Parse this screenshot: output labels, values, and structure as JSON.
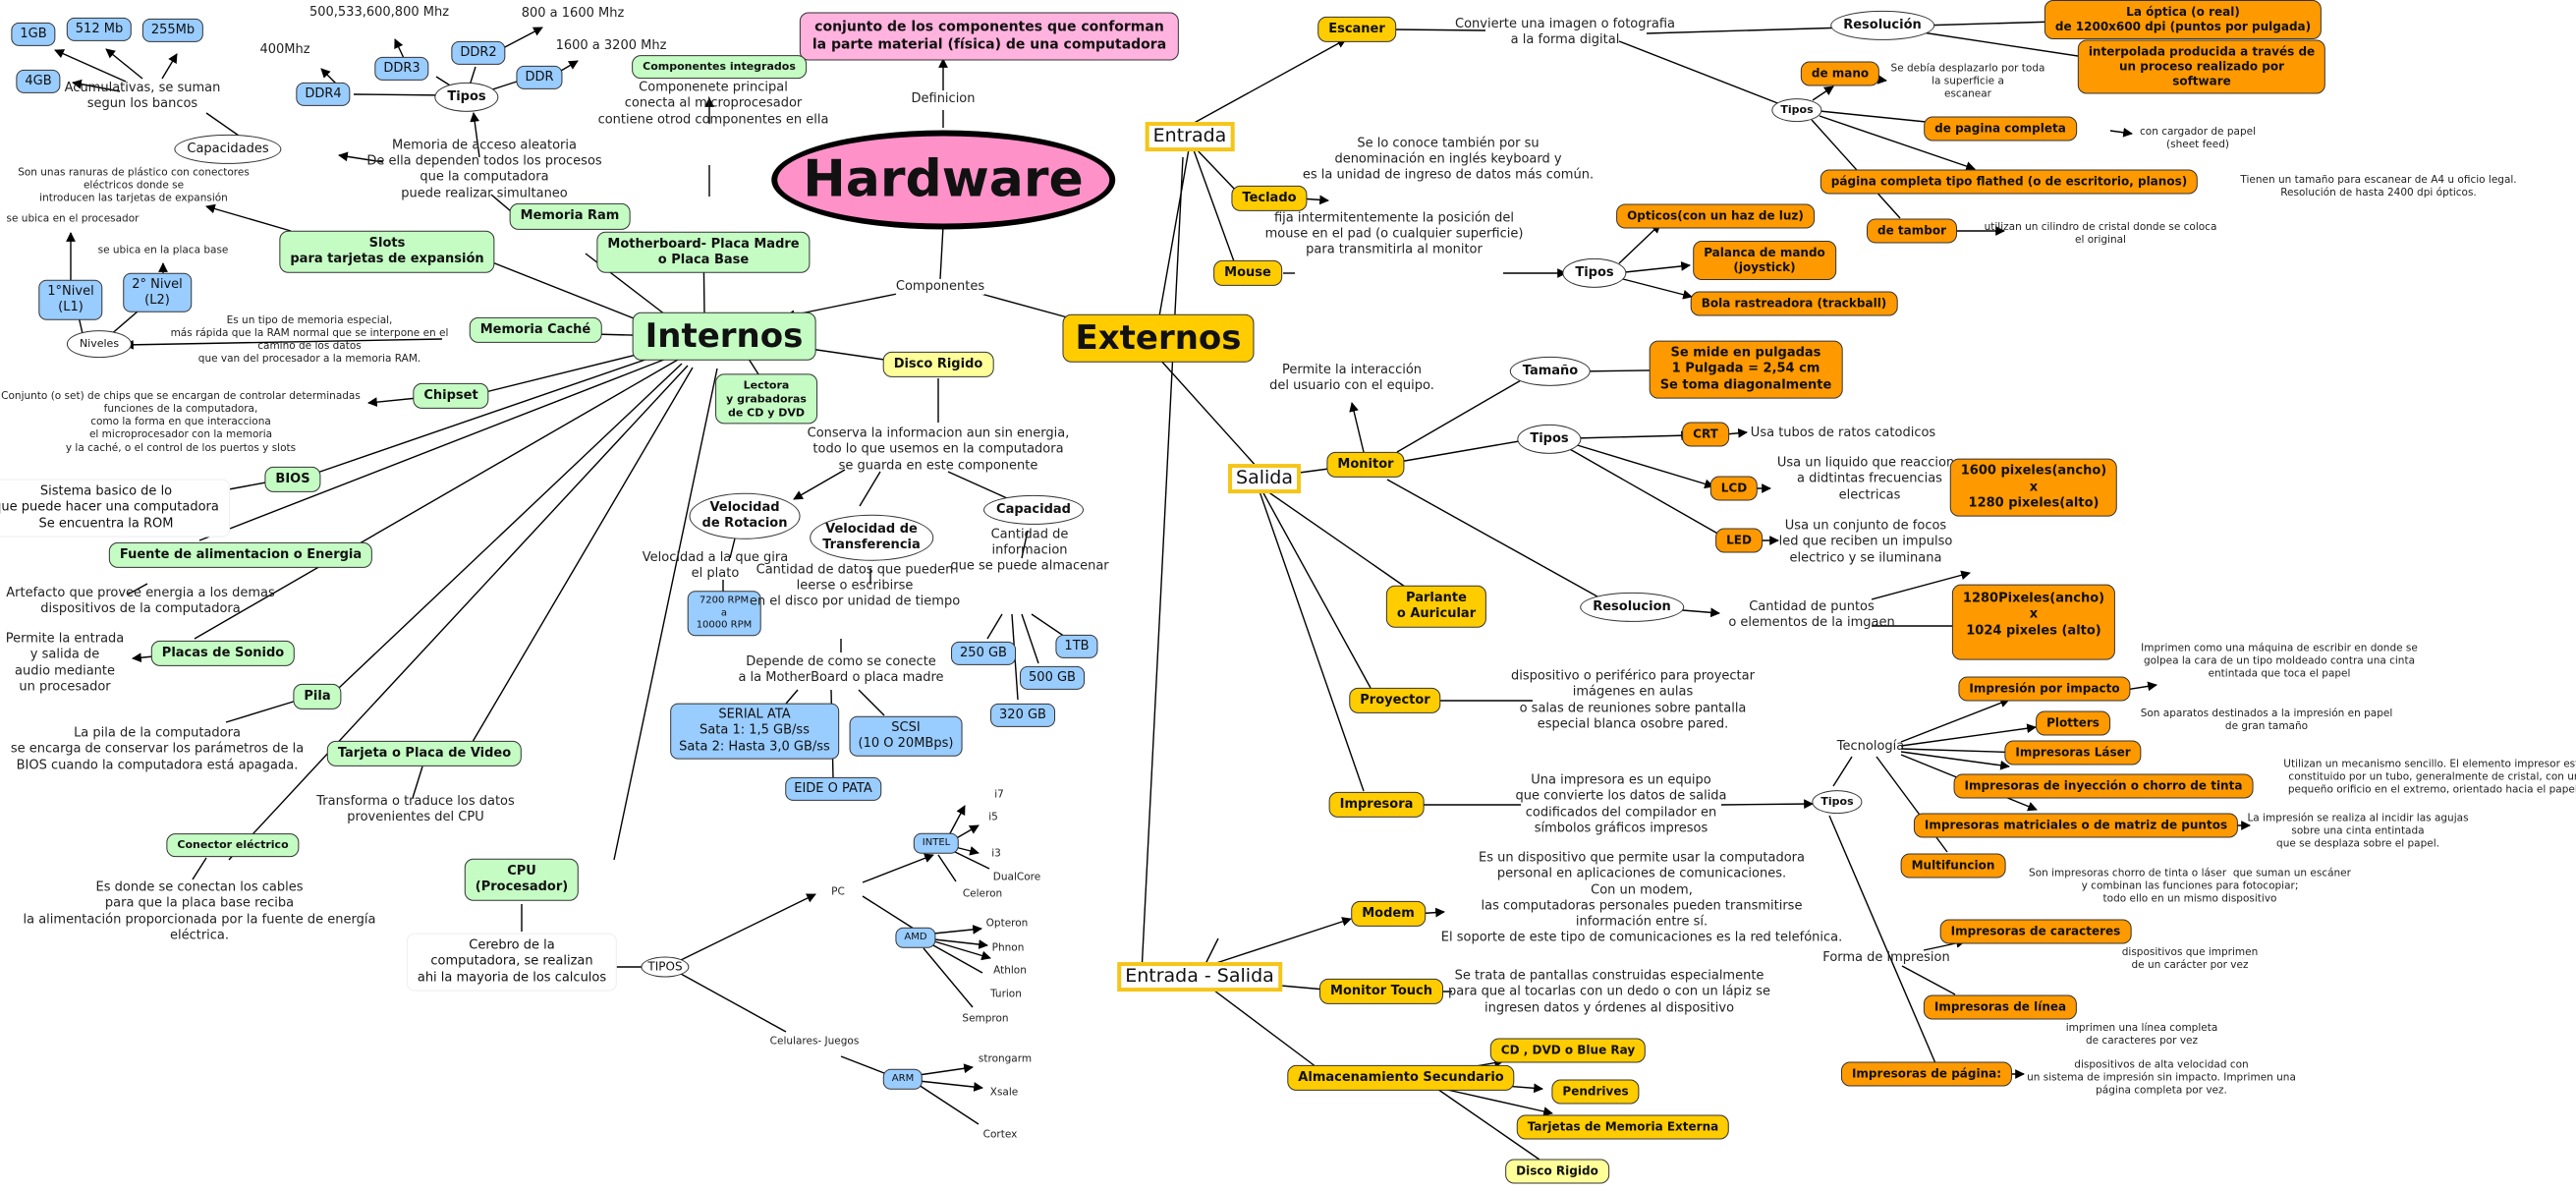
{
  "title": "Hardware",
  "colors": {
    "internal": "#c4fcc4",
    "value": "#99ccff",
    "external": "#ffcc00",
    "detail": "#ff9900",
    "hard_disk": "#ffff99",
    "definition": "#ffb3de",
    "root": "#ff91c9"
  },
  "root": {
    "label": "Hardware",
    "definition_link": "Definicion",
    "definition": "conjunto de los componentes que conforman\nla parte material (física) de una computadora",
    "components_link": "Componentes"
  },
  "internos": {
    "label": "Internos",
    "motherboard": {
      "label": "Motherboard- Placa Madre\no Placa Base",
      "desc": "Componenete principal\nconecta al microprocesador\ncontiene otrod componentes en ella",
      "integrated": "Componentes integrados"
    },
    "ram": {
      "label": "Memoria Ram",
      "desc": "Memoria de acceso aleatoria\nDe ella dependen todos los procesos\nque la computadora\npuede realizar simultaneo",
      "types_label": "Tipos",
      "types": [
        {
          "name": "DDR4",
          "freq": "400Mhz"
        },
        {
          "name": "DDR3",
          "freq": "500,533,600,800 Mhz"
        },
        {
          "name": "DDR2",
          "freq": "800 a 1600 Mhz"
        },
        {
          "name": "DDR",
          "freq": "1600 a 3200 Mhz"
        }
      ],
      "capacities_label": "Capacidades",
      "capacities_desc": "Acumulativas, se suman\nsegun los bancos",
      "capacities": [
        "1GB",
        "512 Mb",
        "255Mb",
        "4GB"
      ]
    },
    "slots": {
      "label": "Slots\npara tarjetas de expansión",
      "desc": "Son unas ranuras de plástico con conectores\neléctricos donde se\nintroducen las tarjetas de expansión"
    },
    "cache": {
      "label": "Memoria Caché",
      "desc": "Es un tipo de memoria especial,\nmás rápida que la RAM normal que se interpone en el\ncamino de los datos\nque van del procesador a la memoria RAM.",
      "levels_label": "Niveles",
      "levels": [
        {
          "name": "1°Nivel\n(L1)",
          "desc": "se ubica en el procesador"
        },
        {
          "name": "2° Nivel\n(L2)",
          "desc": "se ubica en la placa base"
        }
      ]
    },
    "chipset": {
      "label": "Chipset",
      "desc": "Conjunto (o set) de chips que se encargan de controlar determinadas\nfunciones de la computadora,\ncomo la forma en que interacciona\nel microprocesador con la memoria\ny la caché, o el control de los puertos y slots"
    },
    "bios": {
      "label": "BIOS",
      "desc": "Sistema basico de lo\nque puede hacer una computadora\nSe encuentra la ROM"
    },
    "power": {
      "label": "Fuente de alimentacion o Energia",
      "desc": "Artefacto que provee energia a los demas\ndispositivos de la computadora"
    },
    "sound": {
      "label": "Placas de Sonido",
      "desc": "Permite la entrada\ny salida de\naudio mediante\nun procesador"
    },
    "battery": {
      "label": "Pila",
      "desc": "La pila de la computadora\nse encarga de conservar los parámetros de la\nBIOS cuando la computadora está apagada."
    },
    "video": {
      "label": "Tarjeta o Placa de Video",
      "desc": "Transforma o traduce los datos\nprovenientes del CPU"
    },
    "connector": {
      "label": "Conector eléctrico",
      "desc": "Es donde se conectan los cables\npara que la placa base reciba\nla alimentación proporcionada por la fuente de energía\neléctrica."
    },
    "optical": {
      "label": "Lectora\ny grabadoras\nde CD y DVD"
    },
    "cpu": {
      "label": "CPU\n(Procesador)",
      "desc": "Cerebro de la\ncomputadora, se realizan\nahi la mayoria de los calculos",
      "types_label": "TIPOS",
      "pc_label": "PC",
      "mobile_label": "Celulares- Juegos",
      "brands": [
        {
          "name": "INTEL",
          "models": [
            "i7",
            "i5",
            "i3",
            "DualCore",
            "Celeron"
          ]
        },
        {
          "name": "AMD",
          "models": [
            "Opteron",
            "Phnon",
            "Athlon",
            "Turion",
            "Sempron"
          ]
        },
        {
          "name": "ARM",
          "models": [
            "strongarm",
            "Xsale",
            "Cortex"
          ]
        }
      ]
    },
    "hdd": {
      "label": "Disco Rigido",
      "desc": "Conserva la informacion aun sin energia,\ntodo lo que usemos en la computadora\nse guarda en este componente",
      "rotation": {
        "label": "Velocidad\nde Rotacion",
        "desc": "Velocidad a la que gira\nel plato",
        "value": "7200 RPM\na\n10000 RPM"
      },
      "transfer": {
        "label": "Velocidad de\nTransferencia",
        "desc": "Cantidad de datos que pueden\nleerse o escribirse\nen el disco por unidad de tiempo",
        "depends": "Depende de como se conecte\na la MotherBoard o placa madre",
        "interfaces": [
          "SERIAL ATA\nSata 1: 1,5 GB/ss\nSata 2: Hasta 3,0 GB/ss",
          "SCSI\n(10 O 20MBps)",
          "EIDE O PATA"
        ]
      },
      "capacity": {
        "label": "Capacidad",
        "desc": "Cantidad de\ninformacion\nque se puede almacenar",
        "values": [
          "250 GB",
          "320 GB",
          "500 GB",
          "1TB"
        ]
      }
    }
  },
  "externos": {
    "label": "Externos",
    "entrada": {
      "label": "Entrada",
      "scanner": {
        "label": "Escaner",
        "desc": "Convierte una imagen o fotografia\na la forma digital",
        "resolution_label": "Resolución",
        "resolutions": [
          "La óptica (o real)\nde 1200x600 dpi (puntos por pulgada)",
          "interpolada producida a través de\nun proceso realizado por\nsoftware"
        ],
        "types_label": "Tipos",
        "types": [
          {
            "name": "de mano",
            "desc": "Se debía desplazarlo por toda\nla superficie a\nescanear"
          },
          {
            "name": "de pagina completa",
            "desc": "con cargador de papel\n(sheet feed)"
          },
          {
            "name": "página completa tipo flathed (o de escritorio, planos)",
            "desc": "Tienen un tamaño para escanear de A4 u oficio legal.\nResolución de hasta 2400 dpi ópticos."
          },
          {
            "name": "de tambor",
            "desc": "utilizan un cilindro de cristal donde se coloca\nel original"
          }
        ]
      },
      "keyboard": {
        "label": "Teclado",
        "desc": "Se lo conoce también por su\ndenominación en inglés keyboard y\nes la unidad de ingreso de datos más común."
      },
      "mouse": {
        "label": "Mouse",
        "desc": "fija intermitentemente la posición del\nmouse en el pad (o cualquier superficie)\npara transmitirla al monitor",
        "types_label": "Tipos",
        "types": [
          "Opticos(con un haz de luz)",
          "Palanca de mando\n(joystick)",
          "Bola rastreadora (trackball)"
        ]
      }
    },
    "salida": {
      "label": "Salida",
      "monitor": {
        "label": "Monitor",
        "desc": "Permite la interacción\ndel usuario con el equipo.",
        "size_label": "Tamaño",
        "size_desc": "Se mide en pulgadas\n1 Pulgada = 2,54 cm\nSe toma diagonalmente",
        "types_label": "Tipos",
        "types": [
          {
            "name": "CRT",
            "desc": "Usa tubos de ratos catodicos"
          },
          {
            "name": "LCD",
            "desc": "Usa un liquido que reacciona\na didtintas frecuencias\nelectricas"
          },
          {
            "name": "LED",
            "desc": "Usa un conjunto de focos\nled que reciben un impulso\nelectrico y se iluminana"
          }
        ],
        "resolution_label": "Resolucion",
        "resolution_desc": "Cantidad de puntos\no elementos de la imgaen",
        "resolutions": [
          "1600 pixeles(ancho)\nx\n1280 pixeles(alto)",
          "1280Pixeles(ancho)\nx\n1024 pixeles (alto)"
        ]
      },
      "speaker": {
        "label": "Parlante\no Auricular"
      },
      "projector": {
        "label": "Proyector",
        "desc": "dispositivo o periférico para proyectar\nimágenes en aulas\no salas de reuniones sobre pantalla\nespecial blanca osobre pared."
      },
      "printer": {
        "label": "Impresora",
        "desc": "Una impresora es un equipo\nque convierte los datos de salida\ncodificados del compilador en\nsímbolos gráficos impresos",
        "types_label": "Tipos",
        "technology_label": "Tecnología",
        "technologies": [
          {
            "name": "Impresión por impacto",
            "desc": "Imprimen como una máquina de escribir en donde se\ngolpea la cara de un tipo moldeado contra una cinta\nentintada que toca el papel"
          },
          {
            "name": "Plotters",
            "desc": "Son aparatos destinados a la impresión en papel\nde gran tamaño"
          },
          {
            "name": "Impresoras Láser",
            "desc": ""
          },
          {
            "name": "Impresoras de inyección o chorro de tinta",
            "desc": "Utilizan un mecanismo sencillo. El elemento impresor está\nconstituido por un tubo, generalmente de cristal, con un\npequeño orificio en el extremo, orientado hacia el papel."
          },
          {
            "name": "Impresoras matriciales o de matriz de puntos",
            "desc": "La impresión se realiza al incidir las agujas\nsobre una cinta entintada\nque se desplaza sobre el papel."
          },
          {
            "name": "Multifuncion",
            "desc": "Son impresoras chorro de tinta o láser  que suman un escáner\ny combinan las funciones para fotocopiar;\ntodo ello en un mismo dispositivo"
          }
        ],
        "form_label": "Forma de impresion",
        "forms": [
          {
            "name": "Impresoras de caracteres",
            "desc": "dispositivos que imprimen\nde un carácter por vez"
          },
          {
            "name": "Impresoras de línea",
            "desc": "imprimen una línea completa\nde caracteres por vez"
          },
          {
            "name": "Impresoras de página:",
            "desc": "dispositivos de alta velocidad con\nun sistema de impresión sin impacto. Imprimen una\npágina completa por vez."
          }
        ]
      }
    },
    "entrada_salida": {
      "label": "Entrada - Salida",
      "modem": {
        "label": "Modem",
        "desc": "Es un dispositivo que permite usar la computadora\npersonal en aplicaciones de comunicaciones.\nCon un modem,\nlas computadoras personales pueden transmitirse\ninformación entre sí.\nEl soporte de este tipo de comunicaciones es la red telefónica."
      },
      "touch": {
        "label": "Monitor Touch",
        "desc": "Se trata de pantallas construidas especialmente\npara que al tocarlas con un dedo o con un lápiz se\ningresen datos y órdenes al dispositivo"
      },
      "storage": {
        "label": "Almacenamiento Secundario",
        "items": [
          "CD , DVD o Blue Ray",
          "Pendrives",
          "Tarjetas de Memoria Externa",
          "Disco Rigido"
        ]
      }
    }
  }
}
